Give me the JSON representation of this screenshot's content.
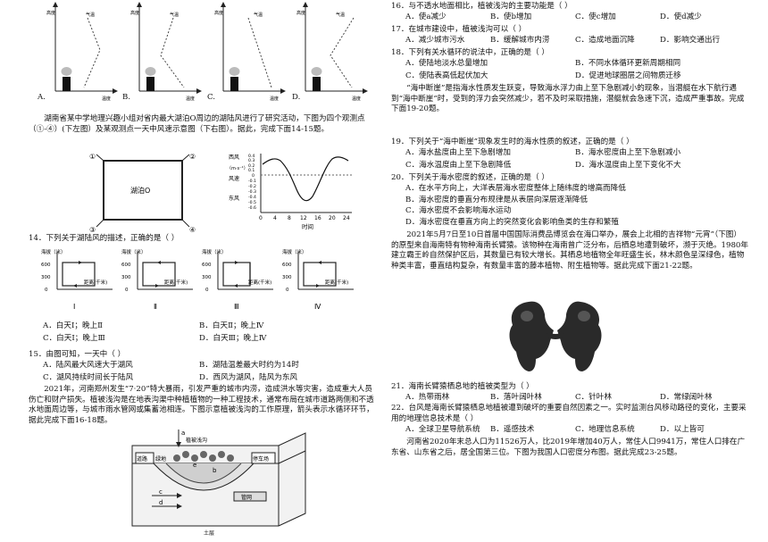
{
  "left": {
    "top_options": [
      "A.",
      "B.",
      "C.",
      "D."
    ],
    "top_axis_labels": {
      "y": "高度",
      "x": "温度",
      "line": "气温"
    },
    "para_14_15": "湖南省某中学地理兴趣小组对省内最大湖泊O周边的湖陆风进行了研究活动，下图为四个观测点（①-④）(下左图）及某观测点一天中风速示意图（下右图）。据此，完成下面14-15题。",
    "lake_map": {
      "label": "湖泊O",
      "points": [
        "①",
        "②",
        "③",
        "④"
      ]
    },
    "wind_chart": {
      "ylabel_top": "西风",
      "ylabel_unit": "（m·s⁻¹）",
      "ylabel_mid": "风速",
      "ylabel_bottom": "东风",
      "xlabel": "时间",
      "yticks": [
        "0.4",
        "0.3",
        "0.2",
        "0.1",
        "0",
        "-0.1",
        "-0.2",
        "-0.3",
        "-0.4",
        "-0.5",
        "-0.6"
      ],
      "xticks": [
        "0",
        "4",
        "8",
        "12",
        "16",
        "20",
        "24"
      ]
    },
    "q14": {
      "stem": "14．下列关于湖陆风的描述，正确的是（    ）",
      "diagram_ylabel": "海拔（米）",
      "diagram_xlabel": "距离(千米)",
      "diagram_ticks": [
        "600",
        "300",
        "0"
      ],
      "diagram_ids": [
        "Ⅰ",
        "Ⅱ",
        "Ⅲ",
        "Ⅳ"
      ],
      "options": [
        "A．白天Ⅰ；晚上Ⅱ",
        "B．白天Ⅱ；晚上Ⅳ",
        "C．白天Ⅰ；晚上Ⅲ",
        "D．白天Ⅲ；晚上Ⅳ"
      ]
    },
    "q15": {
      "stem": "15．由图可知，一天中（    ）",
      "options": [
        "A．陆风最大风速大于湖风",
        "B．湖陆温差最大时约为14时",
        "C．湖风持续时间长于陆风",
        "D．西风为湖风，陆风为东风"
      ]
    },
    "para_16_18": "2021年，河南郑州发生“7·20”特大暴雨，引发严重的城市内涝，造成洪水等灾害，造成重大人员伤亡和财产损失。植被浅沟是在地表沟渠中种植植物的一种工程技术，通常布局在城市道路两侧和不透水地面周边等，与城市雨水管网或集蓄池相连。下图示意植被浅沟的工作原理，箭头表示水循环环节，据此完成下面16-18题。",
    "swale_diagram": {
      "labels": [
        "a",
        "b",
        "c",
        "d",
        "e",
        "道路",
        "绿地",
        "植被浅沟",
        "停车场",
        "管网",
        "土层"
      ]
    }
  },
  "right": {
    "q16": {
      "stem": "16．与不透水地面相比，植被浅沟的主要功能是（    ）",
      "options": [
        "A．使a减少",
        "B．使b增加",
        "C．使c增加",
        "D．使d减少"
      ]
    },
    "q17": {
      "stem": "17．在城市建设中，植被浅沟可以（    ）",
      "options": [
        "A．减少城市污水",
        "B．缓解城市内涝",
        "C．造成地面沉降",
        "D．影响交通出行"
      ]
    },
    "q18": {
      "stem": "18．下列有关水循环的说法中，正确的是（    ）",
      "options": [
        "A．使陆地淡水总量增加",
        "B．不同水体循环更新周期相同",
        "C．使陆表高低起伏加大",
        "D．促进地球圈层之间物质迁移"
      ]
    },
    "para_19_20": "“海中断崖”是指海水性质发生跃变，导致海水浮力由上至下急剧减小的现象，当潜艇在水下航行遇到“海中断崖”时，受到的浮力会突然减少，若不及时采取措施，潜艇就会急速下沉，造成严重事故。完成下面19-20题。",
    "q19": {
      "stem": "19．下列关于“海中断崖”现象发生时的海水性质的叙述，正确的是（    ）",
      "options": [
        "A．海水盐度由上至下急剧增加",
        "B．海水密度由上至下急剧减小",
        "C．海水温度由上至下急剧降低",
        "D．海水温度由上至下变化不大"
      ]
    },
    "q20": {
      "stem": "20．下列关于海水密度的叙述，正确的是（    ）",
      "options": [
        "A．在水平方向上，大洋表层海水密度整体上随纬度的增高而降低",
        "B．海水密度的垂直分布规律是从表层向深层逐渐降低",
        "C．海水密度不会影响海水运动",
        "D．海水密度在垂直方向上的突然变化会影响鱼类的生存和繁殖"
      ]
    },
    "para_21_22": "2021年5月7日至10日首届中国国际消费品博览会在海口举办，展会上北相的吉祥物“元宵”（下图）的原型来自海南特有物种海南长臂猿。该物种在海南曾广泛分布，后栖息地遭到破坏，濒于灭绝。1980年建立霸王岭自然保护区后，其数量已有较大增长。其栖息地植物全年旺盛生长，林木颜色呈深绿色，植物种类丰富，垂直结构复杂，有数量丰富的藤本植物、附生植物等。据此完成下面21-22题。",
    "q21": {
      "stem": "21．海南长臂猿栖息地的植被类型为（    ）",
      "options": [
        "A．热带雨林",
        "B．落叶阔叶林",
        "C．针叶林",
        "D．常绿阔叶林"
      ]
    },
    "q22": {
      "stem": "22．台风是海南长臂猿栖息地植被遭到破坏的重要自然因素之一。实时监测台风移动路径的变化，主要采用的地理信息技术是（    ）",
      "options": [
        "A．全球卫星导航系统",
        "B．遥感技术",
        "C．地理信息系统",
        "D．以上皆可"
      ]
    },
    "para_23_25": "河南省2020年末总人口为11526万人，比2019年增加40万人，常住人口9941万，常住人口排在广东省、山东省之后，居全国第三位。下图为我国人口密度分布图。据此完成23-25题。"
  },
  "colors": {
    "text": "#111111",
    "line": "#222222",
    "blob": "#2a2a2a"
  }
}
